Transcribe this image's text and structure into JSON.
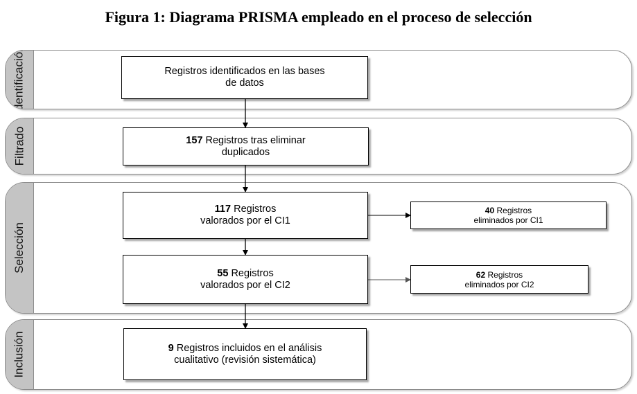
{
  "title": "Figura 1: Diagrama PRISMA empleado en el proceso de selección",
  "stages": {
    "identificacion": "Identificación",
    "filtrado": "Filtrado",
    "seleccion": "Selección",
    "inclusion": "Inclusión"
  },
  "boxes": {
    "identified": {
      "line1": "Registros identificados en las bases",
      "line2": "de datos"
    },
    "deduplicated": {
      "count": "157",
      "line1": "Registros tras eliminar",
      "line2": "duplicados"
    },
    "ci1_assessed": {
      "count": "117",
      "line1": "Registros",
      "line2": "valorados por el CI1"
    },
    "ci1_removed": {
      "count": "40",
      "line1": "Registros",
      "line2": "eliminados por CI1"
    },
    "ci2_assessed": {
      "count": "55",
      "line1": "Registros",
      "line2": "valorados por el CI2"
    },
    "ci2_removed": {
      "count": "62",
      "line1": "Registros",
      "line2": "eliminados por CI2"
    },
    "included": {
      "count": "9",
      "line1": "Registros incluidos en el análisis",
      "line2": "cualitativo (revisión sistemática)"
    }
  }
}
